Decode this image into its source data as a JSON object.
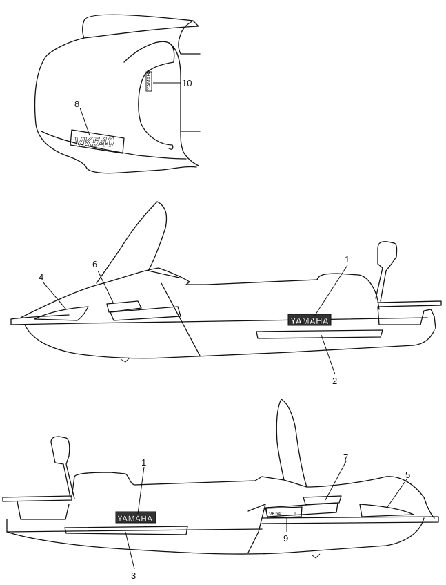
{
  "callouts": [
    {
      "id": "1",
      "label": "1"
    },
    {
      "id": "2",
      "label": "2"
    },
    {
      "id": "3",
      "label": "3"
    },
    {
      "id": "4",
      "label": "4"
    },
    {
      "id": "5",
      "label": "5"
    },
    {
      "id": "6",
      "label": "6"
    },
    {
      "id": "7",
      "label": "7"
    },
    {
      "id": "8",
      "label": "8"
    },
    {
      "id": "9",
      "label": "9"
    },
    {
      "id": "10",
      "label": "10"
    }
  ],
  "decals": {
    "brand": "YAMAHA",
    "model": "VK540",
    "model_suffix": "II",
    "hood_brand": "YAMAHA"
  }
}
